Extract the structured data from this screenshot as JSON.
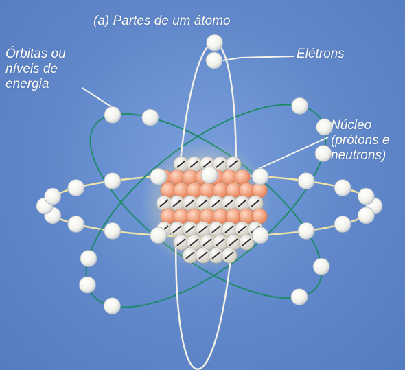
{
  "title": "(a) Partes de um átomo",
  "labels": {
    "orbits": "Órbitas ou\nníveis de\nenergia",
    "electrons": "Elétrons",
    "nucleus": "Núcleo\n(prótons e\nneutrons)"
  },
  "colors": {
    "background": "#5f87c9",
    "electron": "#f7f7f2",
    "proton": "#f2a07f",
    "neutron": "#e9e6de",
    "horizontal_orbit": "#f0e6a8",
    "diagonal_orbit": "#1f8a6a",
    "vertical_orbit": "#f3f1e6"
  }
}
